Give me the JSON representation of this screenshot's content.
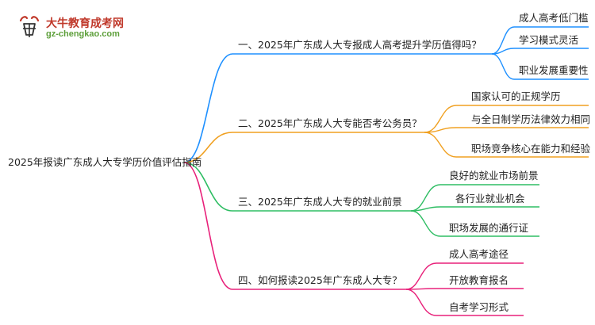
{
  "logo": {
    "name": "大牛教育成考网",
    "url": "gz-chengkao.com"
  },
  "colors": {
    "branch1": "#1e90ff",
    "branch2": "#f0a020",
    "branch3": "#2ebd63",
    "branch4": "#e8217a"
  },
  "root": {
    "label": "2025年报读广东成人大专学历价值评估指南"
  },
  "branches": [
    {
      "label": "一、2025年广东成人大专报成人高考提升学历值得吗？",
      "children": [
        "成人高考低门槛",
        "学习模式灵活",
        "职业发展重要性"
      ]
    },
    {
      "label": "二、2025年广东成人大专能否考公务员？",
      "children": [
        "国家认可的正规学历",
        "与全日制学历法律效力相同",
        "职场竞争核心在能力和经验"
      ]
    },
    {
      "label": "三、2025年广东成人大专的就业前景",
      "children": [
        "良好的就业市场前景",
        "各行业就业机会",
        "职场发展的通行证"
      ]
    },
    {
      "label": "四、如何报读2025年广东成人大专？",
      "children": [
        "成人高考途径",
        "开放教育报名",
        "自考学习形式"
      ]
    }
  ]
}
